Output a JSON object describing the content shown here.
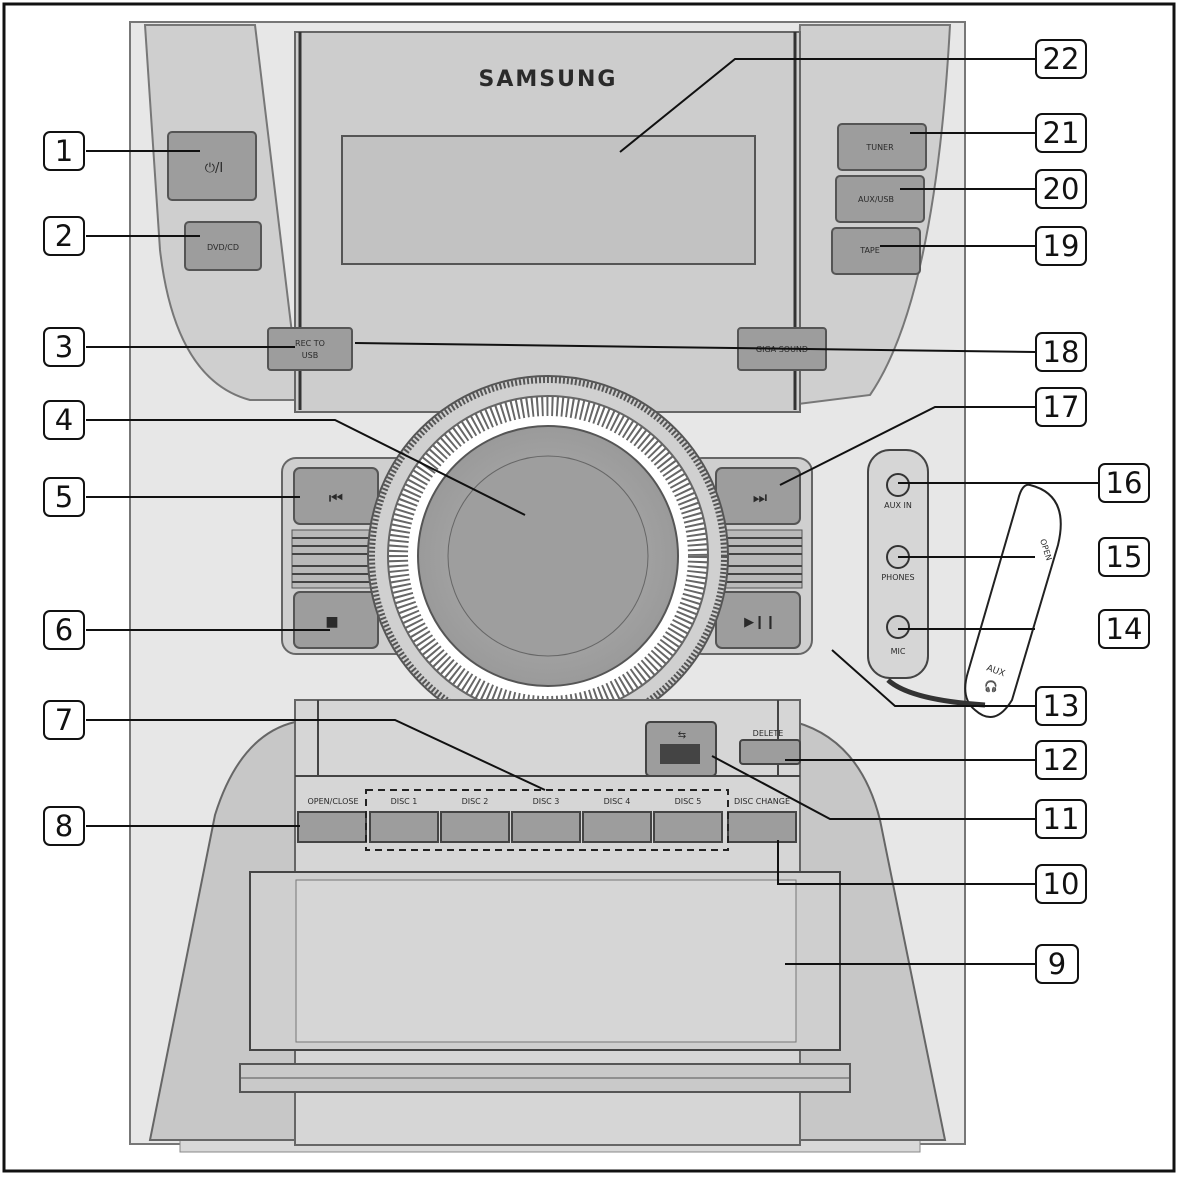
{
  "brand": "SAMSUNG",
  "button_labels": {
    "power": "⏻/I",
    "dvdcd": "DVD/CD",
    "rec_to_usb_line1": "REC TO",
    "rec_to_usb_line2": "USB",
    "tuner": "TUNER",
    "aux_usb": "AUX/USB",
    "tape": "TAPE",
    "giga_sound": "GIGA SOUND",
    "prev": "⏮",
    "next": "⏭",
    "stop": "■",
    "play_pause": "▶❙❙",
    "aux_in": "AUX IN",
    "phones": "PHONES",
    "mic": "MIC",
    "delete": "DELETE",
    "open_close": "OPEN/CLOSE",
    "disc1": "DISC 1",
    "disc2": "DISC 2",
    "disc3": "DISC 3",
    "disc4": "DISC 4",
    "disc5": "DISC 5",
    "disc_change": "DISC CHANGE",
    "cover_open": "OPEN",
    "cover_aux": "AUX",
    "cover_phones": "🎧"
  },
  "callouts": [
    "1",
    "2",
    "3",
    "4",
    "5",
    "6",
    "7",
    "8",
    "9",
    "10",
    "11",
    "12",
    "13",
    "14",
    "15",
    "16",
    "17",
    "18",
    "19",
    "20",
    "21",
    "22"
  ],
  "colors": {
    "body": "#e6e6e6",
    "panel": "#c9c9c9",
    "button": "#9a9a9a",
    "line": "#1a1a1a"
  }
}
